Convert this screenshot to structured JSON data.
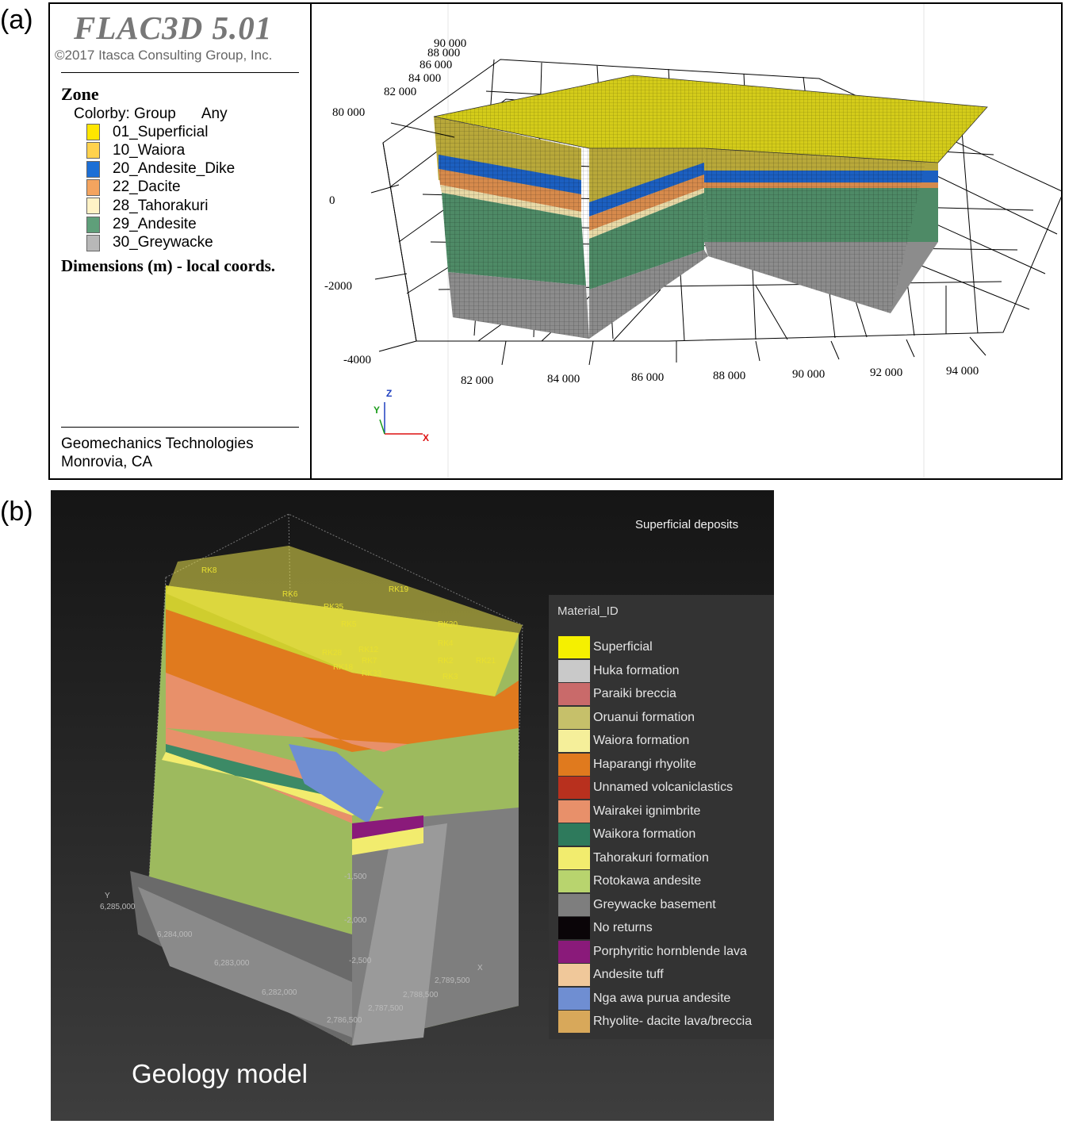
{
  "panel_a": {
    "letter": "(a)",
    "software_title": "FLAC3D 5.01",
    "copyright": "©2017 Itasca Consulting Group, Inc.",
    "zone_heading": "Zone",
    "colorby_label": "Colorby: Group",
    "colorby_value": "Any",
    "legend": [
      {
        "label": "01_Superficial",
        "color": "#ffe600"
      },
      {
        "label": "10_Waiora",
        "color": "#ffd24d"
      },
      {
        "label": "20_Andesite_Dike",
        "color": "#1c6fd6"
      },
      {
        "label": "22_Dacite",
        "color": "#f4a45f"
      },
      {
        "label": "28_Tahorakuri",
        "color": "#fff2c6"
      },
      {
        "label": "29_Andesite",
        "color": "#5f9f7a"
      },
      {
        "label": "30_Greywacke",
        "color": "#b8b8b8"
      }
    ],
    "dimensions_label": "Dimensions (m) - local coords.",
    "company_line1": "Geomechanics Technologies",
    "company_line2": "Monrovia, CA",
    "y_axis_ticks": [
      "90 000",
      "88 000",
      "86 000",
      "84 000",
      "82 000",
      "80 000"
    ],
    "z_axis_ticks": [
      "0",
      "-2000",
      "-4000"
    ],
    "x_axis_ticks": [
      "82 000",
      "84 000",
      "86 000",
      "88 000",
      "90 000",
      "92 000",
      "94 000"
    ],
    "triad": {
      "z": "Z",
      "y": "Y",
      "x": "X"
    }
  },
  "panel_b": {
    "letter": "(b)",
    "top_right_label": "Superficial deposits",
    "legend_title": "Material_ID",
    "legend": [
      {
        "label": "Superficial",
        "color": "#f5f000"
      },
      {
        "label": "Huka formation",
        "color": "#c9c9c9"
      },
      {
        "label": "Paraiki breccia",
        "color": "#c96a6a"
      },
      {
        "label": "Oruanui formation",
        "color": "#c6c06a"
      },
      {
        "label": "Waiora formation",
        "color": "#f5ef9a"
      },
      {
        "label": "Haparangi  rhyolite",
        "color": "#e07a1e"
      },
      {
        "label": "Unnamed volcaniclastics",
        "color": "#b8301e"
      },
      {
        "label": "Wairakei ignimbrite",
        "color": "#e8906a"
      },
      {
        "label": "Waikora formation",
        "color": "#2e7a5c"
      },
      {
        "label": "Tahorakuri formation",
        "color": "#f2ec6e"
      },
      {
        "label": "Rotokawa andesite",
        "color": "#b8d46e"
      },
      {
        "label": "Greywacke basement",
        "color": "#7e7e7e"
      },
      {
        "label": "No  returns",
        "color": "#0a0508"
      },
      {
        "label": "Porphyritic hornblende lava",
        "color": "#8a1a7a"
      },
      {
        "label": "Andesite  tuff",
        "color": "#f0c89a"
      },
      {
        "label": "Nga awa purua andesite",
        "color": "#6f8ed2"
      },
      {
        "label": "Rhyolite- dacite lava/breccia",
        "color": "#d8a85a"
      }
    ],
    "caption": "Geology model",
    "well_labels": [
      "RK8",
      "RK6",
      "RK19",
      "RK35",
      "RK5",
      "RK20",
      "RK4",
      "RK12",
      "RK7",
      "RK33",
      "RK2",
      "RK21",
      "RK18",
      "RK3",
      "RK28"
    ],
    "axis_labels": [
      "Y",
      "6,285,000",
      "6,284,000",
      "6,283,000",
      "6,282,000",
      "2,786,500",
      "2,787,500",
      "2,788,500",
      "2,789,500",
      "X",
      "-1,500",
      "-2,000",
      "-2,500"
    ]
  }
}
